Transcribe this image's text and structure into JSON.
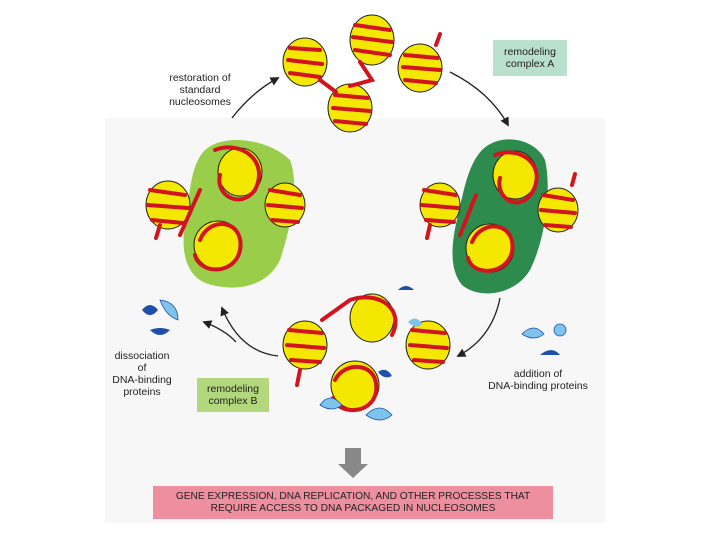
{
  "labels": {
    "restoration": "restoration of\nstandard\nnucleosomes",
    "complex_a": "remodeling\ncomplex A",
    "complex_b": "remodeling\ncomplex B",
    "dissociation": "dissociation\nof\nDNA-binding\nproteins",
    "addition": "addition of\nDNA-binding proteins",
    "bottom": "GENE EXPRESSION, DNA REPLICATION, AND OTHER PROCESSES THAT\nREQUIRE ACCESS TO DNA PACKAGED IN NUCLEOSOMES"
  },
  "colors": {
    "nucleosome_fill": "#f4e800",
    "dna_red": "#d2141e",
    "complex_a_green": "#2e8b4e",
    "complex_b_green": "#9acd4a",
    "complex_a_label_bg": "#b9e0cd",
    "complex_b_label_bg": "#b3d77d",
    "bottom_box_bg": "#ee8f9f",
    "protein_dark_blue": "#1f4faa",
    "protein_light_blue": "#7cc4ee",
    "arrow_gray": "#888888"
  }
}
